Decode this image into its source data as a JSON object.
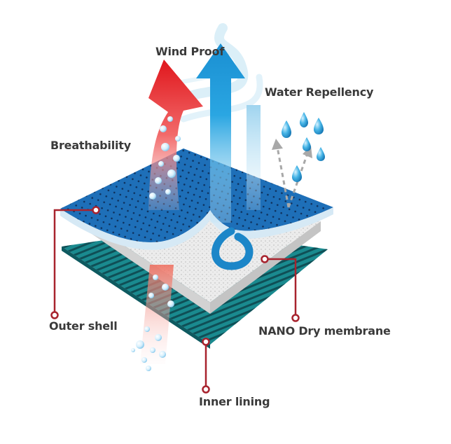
{
  "labels": {
    "wind_proof": "Wind Proof",
    "water_repellency": "Water Repellency",
    "breathability": "Breathability",
    "outer_shell": "Outer shell",
    "nano_membrane": "NANO Dry membrane",
    "inner_lining": "Inner lining"
  },
  "colors": {
    "outer_shell": "#1e6fb8",
    "membrane": "#e9e9e9",
    "inner_lining": "#1a8a8f",
    "breath_arrow": "#e8262a",
    "wind_arrow": "#1c9bdc",
    "callout": "#a8232e",
    "label_text": "#3a3a3a"
  },
  "icons": [
    "water-droplet-icon",
    "air-bubble-icon",
    "callout-dot-icon"
  ]
}
